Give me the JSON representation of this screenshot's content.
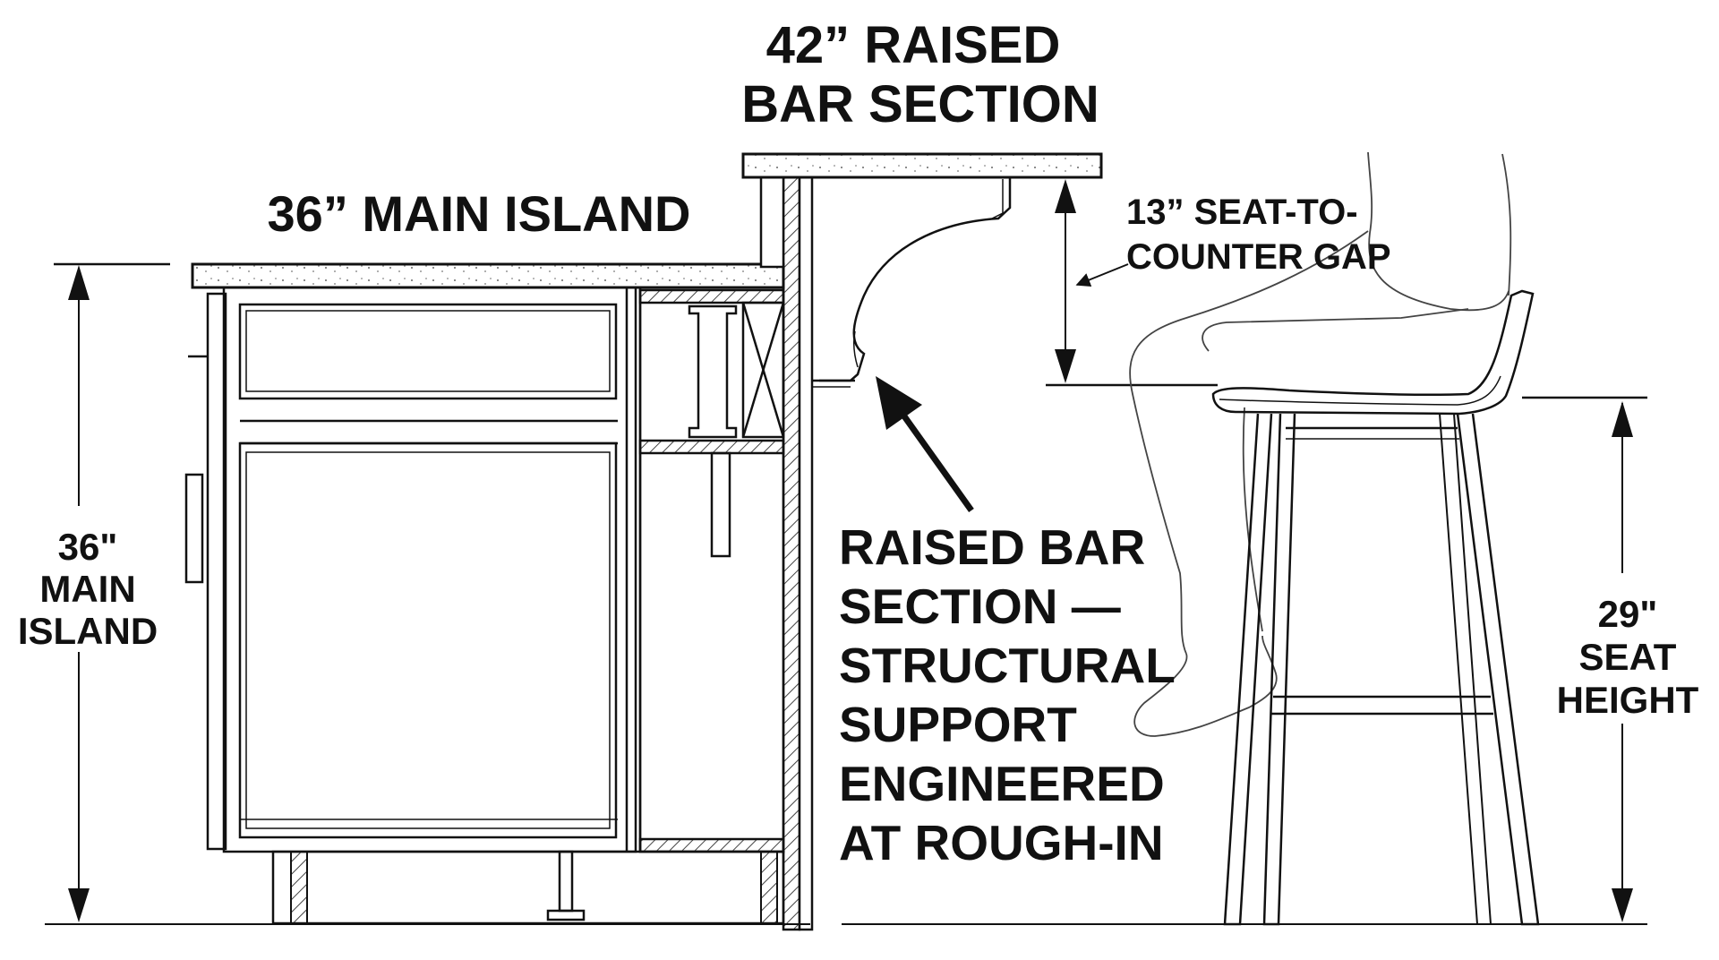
{
  "labels": {
    "raised_title_line1": "42” RAISED",
    "raised_title_line2": "BAR SECTION",
    "main_island_title": "36” MAIN ISLAND",
    "gap_line1": "13” SEAT-TO-",
    "gap_line2": "COUNTER GAP",
    "left_dim_line1": "36\"",
    "left_dim_line2": "MAIN",
    "left_dim_line3": "ISLAND",
    "support_line1": "RAISED BAR",
    "support_line2": "SECTION —",
    "support_line3": "STRUCTURAL",
    "support_line4": "SUPPORT",
    "support_line5": "ENGINEERED",
    "support_line6": "AT ROUGH-IN",
    "seat_dim_line1": "29\"",
    "seat_dim_line2": "SEAT",
    "seat_dim_line3": "HEIGHT"
  },
  "colors": {
    "ink": "#111111",
    "paper": "#ffffff",
    "hatch": "#444444"
  }
}
